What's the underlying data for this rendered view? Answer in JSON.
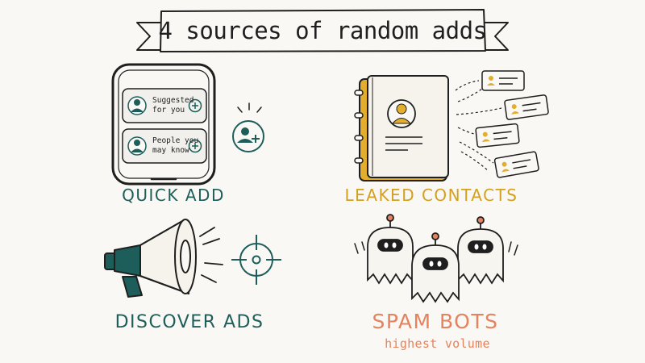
{
  "title": "4 sources of random adds",
  "phone_cards": [
    {
      "text": "Suggested\nfor you"
    },
    {
      "text": "People you\nmay know"
    }
  ],
  "sources": [
    {
      "label": "QUICK ADD",
      "color": "#1d5e5b"
    },
    {
      "label": "LEAKED CONTACTS",
      "color": "#d4a020"
    },
    {
      "label": "DISCOVER ADS",
      "color": "#1d5e5b"
    },
    {
      "label": "SPAM BOTS",
      "sublabel": "highest volume",
      "color": "#e4835e"
    }
  ],
  "icons": {
    "quick_add": [
      "phone-icon",
      "add-friend-icon"
    ],
    "leaked_contacts": [
      "address-book-icon",
      "contact-card-icon"
    ],
    "discover_ads": [
      "megaphone-icon",
      "crosshair-target-icon"
    ],
    "spam_bots": [
      "ghost-bot-icon"
    ]
  }
}
